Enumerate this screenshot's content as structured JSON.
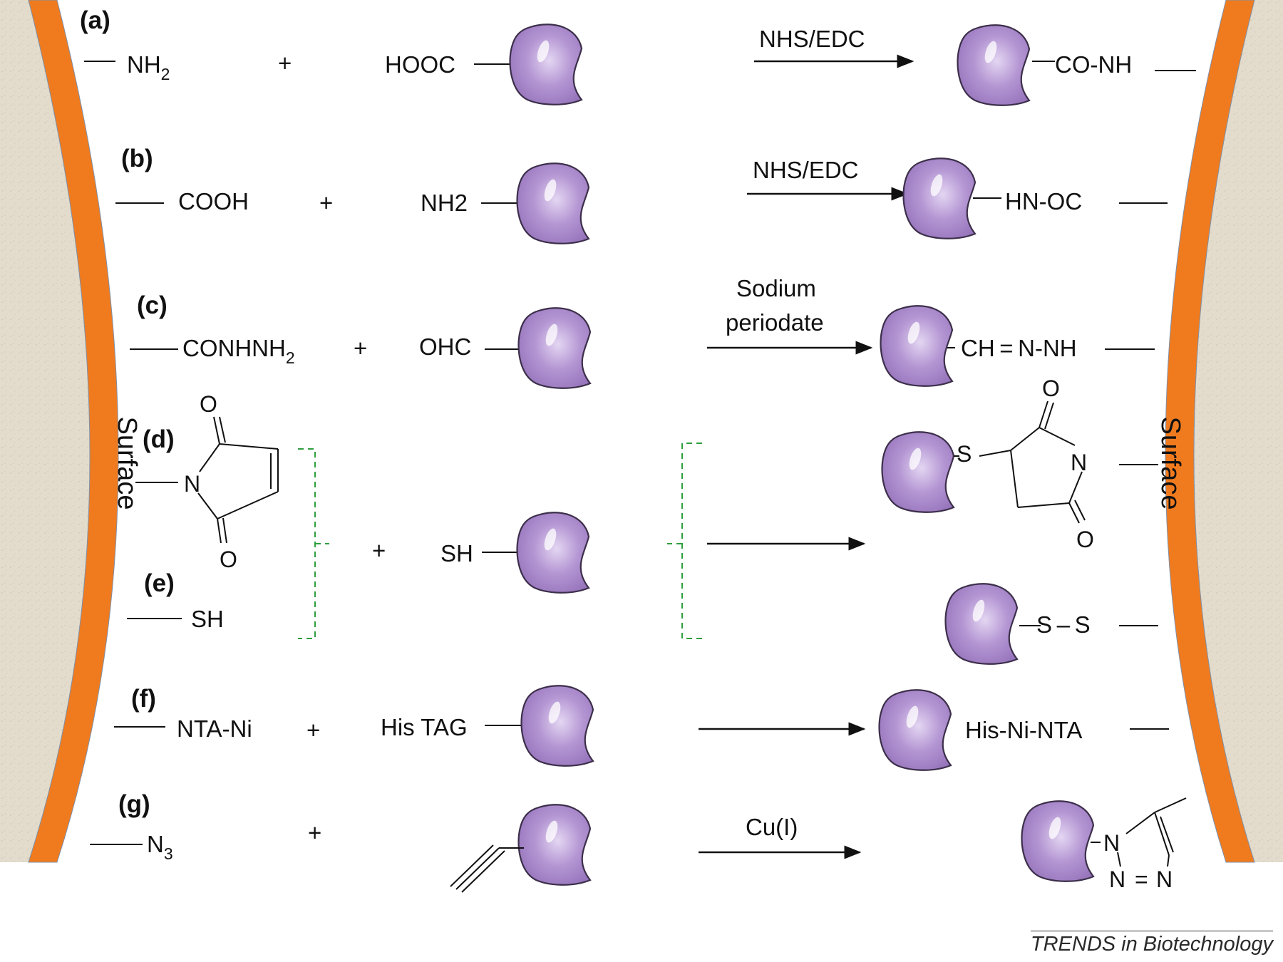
{
  "surface_label": "Surface",
  "footer": {
    "credit": "TRENDS in Biotechnology"
  },
  "colors": {
    "surface_band": "#f07b1e",
    "substrate": "#e3dccc",
    "protein": "#a98ac9",
    "bracket": "#2e9e3e"
  },
  "icons": [
    "protein-icon",
    "arrow-icon",
    "maleimide-ring-icon",
    "succinimide-ring-icon",
    "triazole-ring-icon",
    "alkyne-icon",
    "bracket-icon"
  ],
  "rows": {
    "a": {
      "tag": "(a)",
      "surface_group": "NH",
      "surface_group_sub": "2",
      "plus": "+",
      "ligand_group": "HOOC",
      "reagent": "NHS/EDC",
      "product_link": "CO-NH"
    },
    "b": {
      "tag": "(b)",
      "surface_group": "COOH",
      "plus": "+",
      "ligand_group": "NH2",
      "reagent": "NHS/EDC",
      "product_link": "HN-OC"
    },
    "c": {
      "tag": "(c)",
      "surface_group": "CONHNH",
      "surface_group_sub": "2",
      "plus": "+",
      "ligand_group": "OHC",
      "reagent_line1": "Sodium",
      "reagent_line2": "periodate",
      "product_link": "CH = N-NH"
    },
    "d": {
      "tag": "(d)",
      "ring_n": "N",
      "ring_o_top": "O",
      "ring_o_bottom": "O",
      "product_s": "S",
      "product_n": "N",
      "product_o_top": "O",
      "product_o_bottom": "O"
    },
    "de_shared": {
      "plus": "+",
      "ligand_group": "SH"
    },
    "e": {
      "tag": "(e)",
      "surface_group": "SH",
      "product_link": "S – S"
    },
    "f": {
      "tag": "(f)",
      "surface_group": "NTA-Ni",
      "plus": "+",
      "ligand_group": "His TAG",
      "product_link": "His-Ni-NTA"
    },
    "g": {
      "tag": "(g)",
      "surface_group": "N",
      "surface_group_sub": "3",
      "plus": "+",
      "reagent": "Cu(I)",
      "triazole_n1": "N",
      "triazole_n2": "N",
      "triazole_eq": "=",
      "triazole_n3": "N"
    }
  }
}
